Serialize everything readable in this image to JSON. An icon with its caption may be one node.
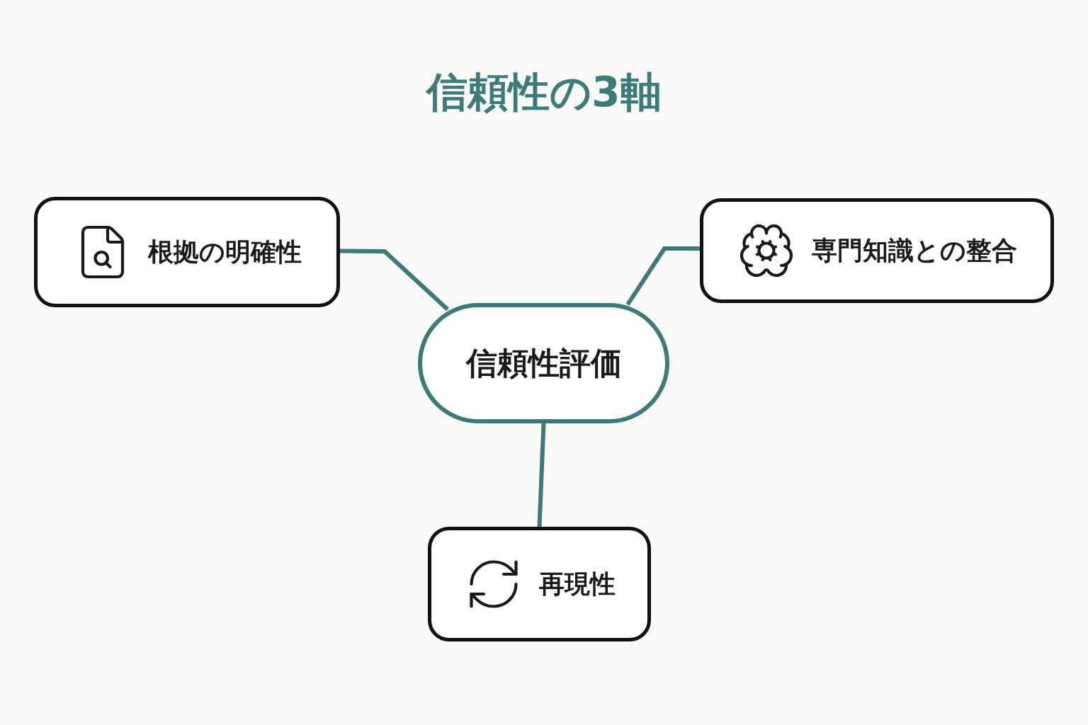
{
  "diagram": {
    "title": "信頼性の3軸",
    "nodes": [
      {
        "text": [
          "信頼性評価"
        ]
      },
      {
        "text": [
          "根拠の明確性"
        ]
      },
      {
        "text": [
          "専門知識との整合"
        ]
      },
      {
        "text": [
          "再現性"
        ]
      }
    ],
    "edges": [
      {
        "from": 0,
        "to": 1,
        "arrow": "none"
      },
      {
        "from": 0,
        "to": 2,
        "arrow": "none"
      },
      {
        "from": 0,
        "to": 3,
        "arrow": "none"
      }
    ]
  }
}
